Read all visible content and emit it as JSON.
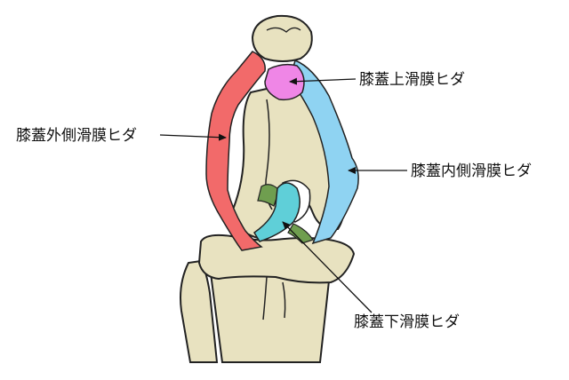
{
  "labels": {
    "superior_fold": "膝蓋上滑膜ヒダ",
    "lateral_fold": "膝蓋外側滑膜ヒダ",
    "medial_fold": "膝蓋内側滑膜ヒダ",
    "inferior_fold": "膝蓋下滑膜ヒダ"
  },
  "colors": {
    "bone_fill": "#e8e2c0",
    "bone_stroke": "#222222",
    "lateral_fold": "#f26a6a",
    "superior_fold": "#ef86e6",
    "medial_fold": "#8fd3f2",
    "inferior_fold": "#5fcfd8",
    "green_band": "#6f9e4f",
    "arrow": "#111111"
  }
}
